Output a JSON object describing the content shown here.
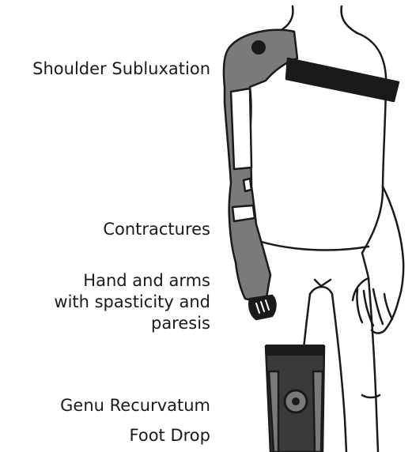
{
  "labels": {
    "shoulder": "Shoulder Subluxation",
    "contractures": "Contractures",
    "hand_line1": "Hand and arms",
    "hand_line2": "with spasticity and",
    "hand_line3": "paresis",
    "genu": "Genu Recurvatum",
    "foot": "Foot Drop"
  },
  "colors": {
    "outline": "#1a1a1a",
    "orthosis_gray": "#7a7a7a",
    "knee_brace": "#3a3a3a",
    "strap": "#1a1a1a",
    "skin": "#ffffff"
  }
}
